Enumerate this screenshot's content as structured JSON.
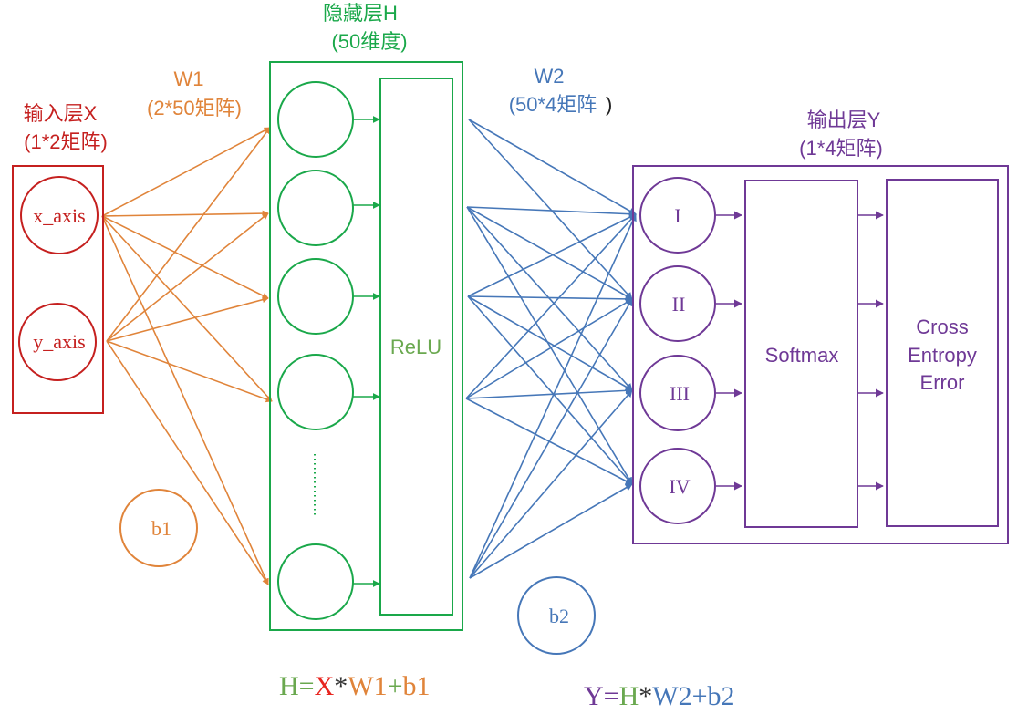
{
  "colors": {
    "input": "#c5201f",
    "hidden": "#1aa84a",
    "w1": "#e0843a",
    "w2": "#4677b8",
    "output": "#6f3996",
    "relu_text": "#6aa84f",
    "star": "#333333"
  },
  "input_layer": {
    "title": "输入层X",
    "subtitle": "(1*2矩阵)",
    "nodes": [
      "x_axis",
      "y_axis"
    ]
  },
  "w1": {
    "title": "W1",
    "subtitle": "(2*50矩阵)"
  },
  "hidden_layer": {
    "title": "隐藏层H",
    "subtitle": "(50维度)",
    "activation": "ReLU"
  },
  "w2": {
    "title": "W2",
    "subtitle_open": "(50*4矩阵",
    "subtitle_close": ")"
  },
  "output_layer": {
    "title": "输出层Y",
    "subtitle": "(1*4矩阵)",
    "nodes": [
      "I",
      "II",
      "III",
      "IV"
    ],
    "softmax": "Softmax",
    "loss_lines": [
      "Cross",
      "Entropy",
      "Error"
    ]
  },
  "biases": {
    "b1": "b1",
    "b2": "b2"
  },
  "formula_h": {
    "h": "H",
    "eq": "=",
    "x": "X",
    "star": "*",
    "w": "W1",
    "plus": "+",
    "b": "b1"
  },
  "formula_y": {
    "y": "Y",
    "eq": "=",
    "h": "H",
    "star": "*",
    "w": "W2",
    "plus": "+",
    "b": "b2"
  }
}
